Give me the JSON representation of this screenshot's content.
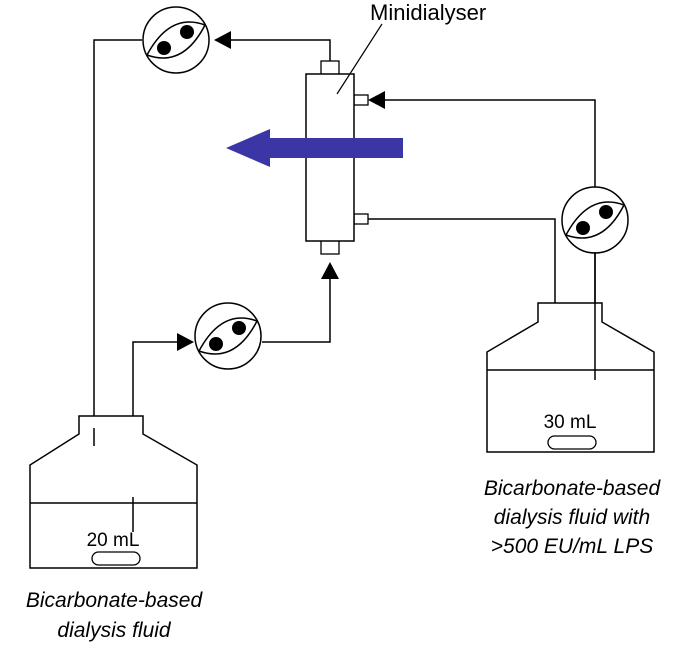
{
  "labels": {
    "dialyser": "Minidialyser",
    "left_volume": "20 mL",
    "right_volume": "30 mL",
    "left_caption": [
      "Bicarbonate-based",
      "dialysis fluid"
    ],
    "right_caption": [
      "Bicarbonate-based",
      "dialysis fluid with",
      ">500 EU/mL LPS"
    ]
  },
  "colors": {
    "flow_arrow": "#3b35a6",
    "line": "#000000"
  }
}
